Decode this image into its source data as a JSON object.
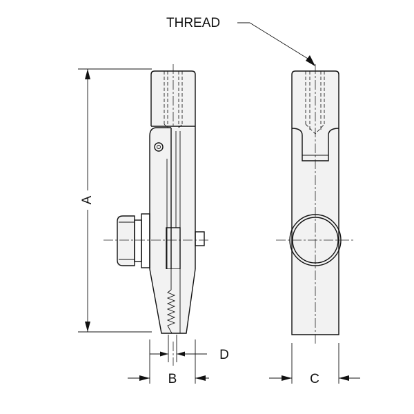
{
  "labels": {
    "thread": "THREAD",
    "a": "A",
    "b": "B",
    "c": "C",
    "d": "D"
  }
}
